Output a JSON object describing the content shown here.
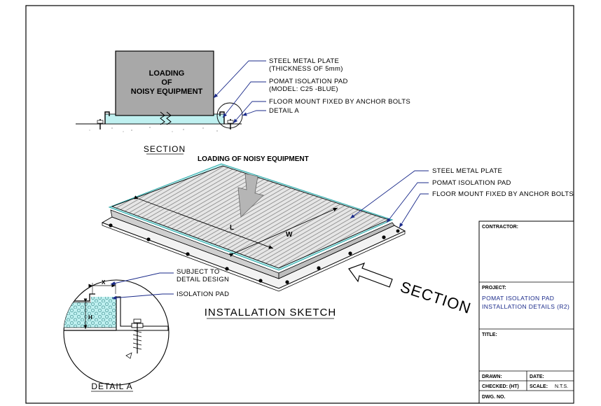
{
  "section": {
    "equipment_label": [
      "LOADING",
      "OF",
      "NOISY EQUIPMENT"
    ],
    "callouts": [
      "STEEL METAL PLATE",
      "(THICKNESS OF 5mm)",
      "POMAT ISOLATION PAD",
      "(MODEL: C25 -BLUE)",
      "FLOOR MOUNT FIXED BY ANCHOR BOLTS",
      "DETAIL A"
    ],
    "title": "SECTION"
  },
  "sketch": {
    "load_label": "LOADING OF NOISY EQUIPMENT",
    "callouts": [
      "STEEL METAL PLATE",
      "POMAT ISOLATION PAD",
      "FLOOR MOUNT FIXED BY ANCHOR BOLTS"
    ],
    "dim_length": "L",
    "dim_width": "W",
    "title": "INSTALLATION SKETCH",
    "arrow_label": "SECTION"
  },
  "detail": {
    "callouts": [
      "SUBJECT TO",
      "DETAIL DESIGN",
      "ISOLATION PAD"
    ],
    "dim_x": "X",
    "dim_h": "H",
    "title": "DETAIL A"
  },
  "title_block": {
    "contractor_label": "CONTRACTOR:",
    "project_label": "PROJECT:",
    "project_value": [
      "POMAT ISOLATION PAD",
      "INSTALLATION DETAILS (R2)"
    ],
    "title_label": "TITLE:",
    "drawn_label": "DRAWN:",
    "date_label": "DATE:",
    "checked_label": "CHECKED: (HT)",
    "scale_label": "SCALE:",
    "scale_value": "N.T.S.",
    "dwg_label": "DWG. NO."
  },
  "colors": {
    "pad": "#bff0f0",
    "equipment": "#a8a8a8",
    "leader": "#1a2a8a",
    "plate_hatch": "#777777"
  }
}
